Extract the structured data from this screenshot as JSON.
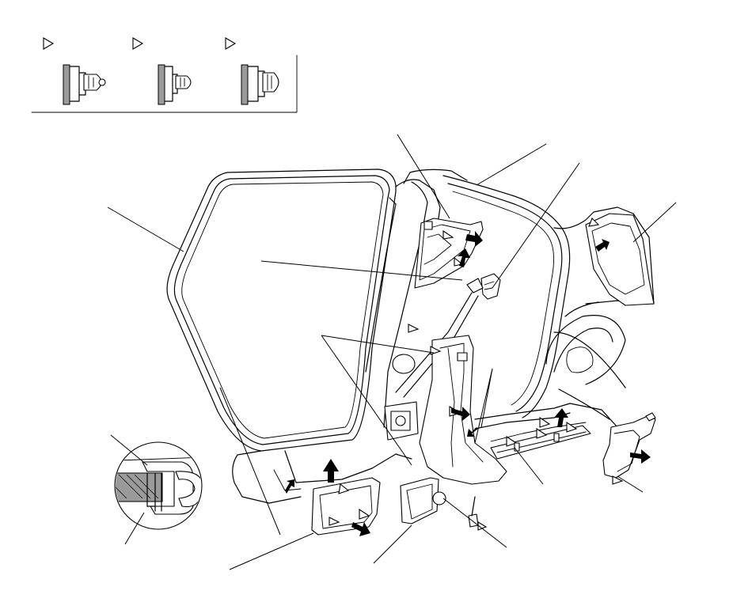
{
  "figure": {
    "legend": {
      "clip_symbols": [
        {
          "icon": "clip-type-a-icon",
          "marker": "triangle-outline"
        },
        {
          "icon": "clip-type-b-icon",
          "marker": "triangle-outline"
        },
        {
          "icon": "clip-type-c-icon",
          "marker": "triangle-outline"
        }
      ]
    },
    "callouts": [
      "weatherstrip-leader",
      "glass-opening-leader",
      "clip-pair-leader",
      "upper-pillar-trim-leader",
      "roof-weatherstrip-leader",
      "seatbelt-anchor-leader",
      "quarter-trim-leader",
      "rear-sill-trim-leader",
      "rear-bracket-leader",
      "detail-lip-leader",
      "detail-seal-leader",
      "front-sill-trim-leader",
      "pillar-lower-trim-leader",
      "bolt-leader",
      "door-opening-leader"
    ],
    "detail_view": {
      "icon": "weatherstrip-section-icon"
    }
  }
}
